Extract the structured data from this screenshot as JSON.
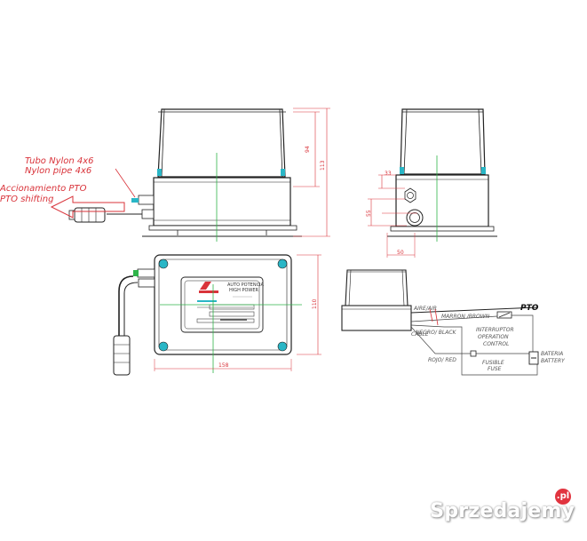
{
  "labels": {
    "tubo_nylon": "Tubo Nylon 4x6",
    "nylon_pipe": "Nylon pipe 4x6",
    "accionamiento": "Accionamiento PTO",
    "pto_shifting": "PTO shifting",
    "plate_line1": "AUTO POTENCIA",
    "plate_line2": "HIGH POWER",
    "pto": "PTO",
    "aire_air": "AIRE/AIR",
    "marron": "MARRON /BROWN",
    "negro_black": "NEGRO/ BLACK",
    "cable": "CABLE",
    "interruptor": "INTERRUPTOR",
    "operation": "OPERATION",
    "control": "CONTROL",
    "bateria": "BATERIA",
    "battery": "BATTERY",
    "fusible": "FUSIBLE",
    "fuse": "FUSE",
    "rojo_red": "ROJO/ RED"
  },
  "dimensions": {
    "front_height_inner": "94",
    "front_height_outer": "113",
    "plan_width": "158",
    "plan_depth": "110",
    "side_a": "33",
    "side_b": "55",
    "side_c": "50"
  },
  "watermark": {
    "text": "Sprzedajemy",
    "badge": ".pl"
  },
  "colors": {
    "accent_red": "#d9333a",
    "leader_green": "#2fb44a",
    "fitting_cyan": "#29b6c6"
  }
}
